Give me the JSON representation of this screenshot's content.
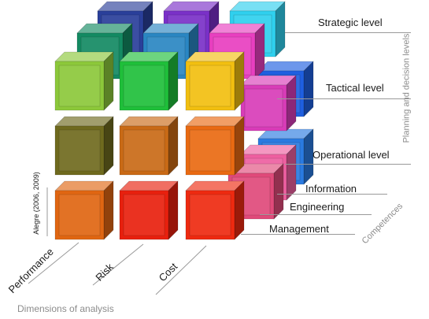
{
  "levels_axis": {
    "title": "Planning and decision levels",
    "labels": [
      "Strategic level",
      "Tactical level",
      "Operational level"
    ]
  },
  "competences_axis": {
    "title": "Competences",
    "labels": [
      "Information",
      "Engineering",
      "Management"
    ]
  },
  "dimensions_axis": {
    "title": "Dimensions of analysis",
    "labels": [
      "Performance",
      "Risk",
      "Cost"
    ]
  },
  "citation": "Alegre (2006, 2009)",
  "colors": {
    "front_top": [
      "#8cc83a",
      "#1fbf3a",
      "#f2bf10"
    ],
    "front_mid": [
      "#6f6a1e",
      "#c96a16",
      "#e96a12"
    ],
    "front_bot": [
      "#e06612",
      "#e8200e",
      "#ee2a10"
    ],
    "middle_layer": [
      "#138a62",
      "#2a86c2",
      "#e83fc0",
      "#d83cb8",
      "#ee5fa0",
      "#e04a7a"
    ],
    "back_layer": [
      "#2a3f9a",
      "#7a30c8",
      "#2fd0ee",
      "#1f5fe0",
      "#2a7ae0"
    ]
  }
}
